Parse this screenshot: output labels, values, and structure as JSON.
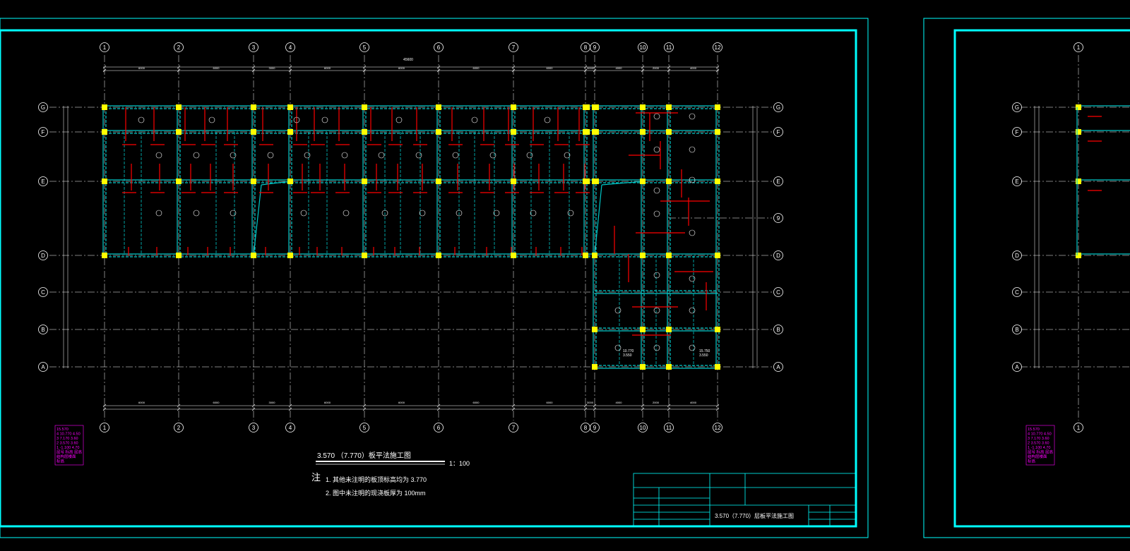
{
  "drawing_title": "3.570 （7.770）板平法施工图",
  "scale": "1：100",
  "notes_label": "注",
  "notes": [
    "1. 其他未注明的板顶标高均为 3.770",
    "2. 图中未注明的现浇板厚为 100mm"
  ],
  "title_block_name": "3.570（7.770）层板平法施工图",
  "axes_top": [
    "1",
    "2",
    "3",
    "4",
    "5",
    "6",
    "7",
    "8",
    "9",
    "10",
    "11",
    "12"
  ],
  "axes_side": [
    "G",
    "F",
    "E",
    "D",
    "C",
    "B",
    "A"
  ],
  "extra_axis": "9",
  "overall_dim": "45600",
  "top_dims": [
    "6000",
    "6000",
    "3000",
    "6000",
    "6000",
    "6000",
    "6000",
    "3000",
    "4000",
    "2000",
    "4000"
  ],
  "bottom_dims": [
    "6000",
    "6000",
    "3000",
    "6000",
    "6000",
    "6000",
    "6000",
    "3000",
    "4000",
    "2000",
    "4000"
  ],
  "elev_table": [
    "15.570",
    "4  10.770  4.50",
    "3  7.170   3.60",
    "2  3.570   3.60",
    "1  -1.100  4.70",
    "层号 标高 层高",
    "结构层楼面",
    "标高"
  ],
  "slab_marks": [
    "10.770",
    "3.550",
    "15.750",
    "3.550"
  ],
  "second_sheet_axes": [
    "1",
    "G",
    "F",
    "E",
    "D",
    "C",
    "B",
    "A"
  ],
  "colors": {
    "frame": "#00ffff",
    "column": "#ffff00",
    "rebar": "#ff0000",
    "grid": "#ffffff",
    "table": "#ff00ff",
    "beam": "#00c8c8"
  }
}
